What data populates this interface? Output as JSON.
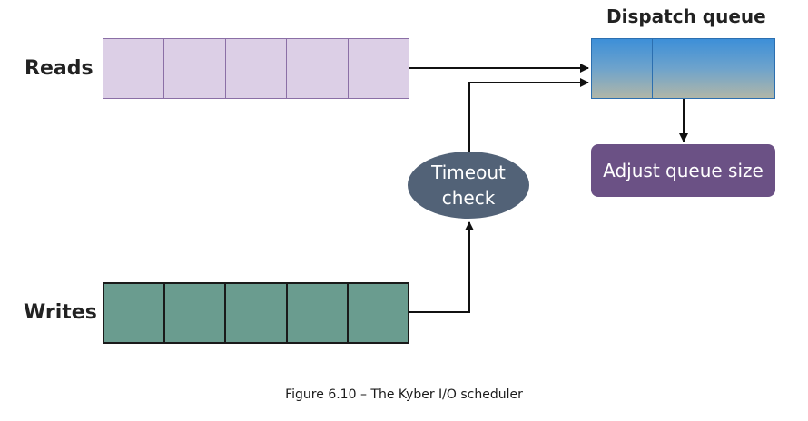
{
  "diagram": {
    "reads_label": "Reads",
    "writes_label": "Writes",
    "dispatch_label": "Dispatch queue",
    "adjust_label": "Adjust queue size",
    "timeout_line1": "Timeout",
    "timeout_line2": "check",
    "reads_cells": 5,
    "writes_cells": 5,
    "dispatch_cells": 3
  },
  "caption": "Figure 6.10 – The Kyber I/O scheduler",
  "colors": {
    "reads_fill": "#dccfe6",
    "writes_fill": "#6a9c8f",
    "dispatch_fill": "#3d8fd8",
    "adjust_fill": "#6b5185",
    "timeout_fill": "#526277"
  }
}
